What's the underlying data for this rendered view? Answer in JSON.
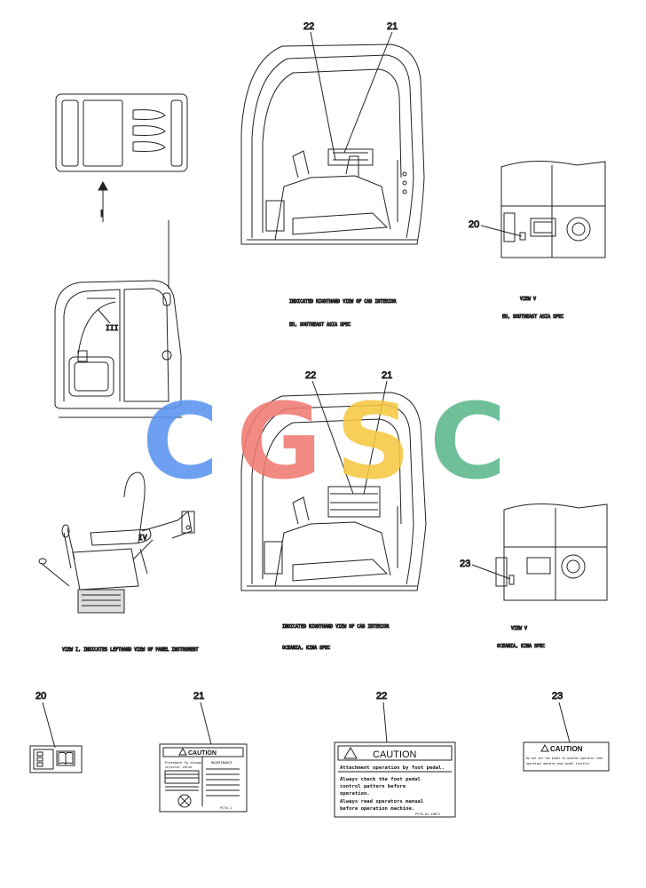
{
  "watermark": {
    "letters": [
      "C",
      "G",
      "S",
      "C"
    ],
    "colors": [
      "#5b93f0",
      "#f07b72",
      "#f5c842",
      "#5cb88a"
    ]
  },
  "captions": {
    "top_right_view": "INDICATED RIGHTHAND VIEW OF CAB INTERIOR",
    "top_spec": "EU, SOUTHEAST ASIA SPEC",
    "view_top": "VIEW V",
    "view_top_spec": "EU, SOUTHEAST ASIA SPEC",
    "bottom_right_view": "INDICATED RIGHTHAND VIEW OF CAB INTERIOR",
    "bottom_spec": "OCEANIA, KINA SPEC",
    "view_bottom": "VIEW V",
    "view_bottom_spec": "OCEANIA, KINA SPEC",
    "left_view": "VIEW I, INDICATES LEFTHAND VIEW OF PANEL INSTRUMENT"
  },
  "callouts": {
    "top_cab_a": "22",
    "top_cab_b": "21",
    "top_view_v": "20",
    "bottom_cab_a": "22",
    "bottom_cab_b": "21",
    "bottom_view_v": "23",
    "part_20": "20",
    "part_21": "21",
    "part_22": "22",
    "part_23": "23"
  },
  "view_marks": {
    "arrow_i": "I",
    "roman_iii": "III",
    "roman_iv": "IV"
  },
  "labels": {
    "label_21": {
      "title": "CAUTION",
      "line1": "Procedure to change",
      "line2": "injector valve",
      "right_head": "MAINTENANCE",
      "part_no": "PC78-1"
    },
    "label_22": {
      "title": "CAUTION",
      "line1": "Attachment operation by foot pedal.",
      "line2": "Always check the foot pedal",
      "line3": "control pattern before",
      "line4": "operation.",
      "line5": "Always read operators manual",
      "line6": "before operation machine.",
      "part_no": "PY78-01-10671"
    },
    "label_23": {
      "title": "CAUTION",
      "line1": "Do not set the pedal to another operator then",
      "line2": "operation machine when pedal throttle"
    }
  }
}
